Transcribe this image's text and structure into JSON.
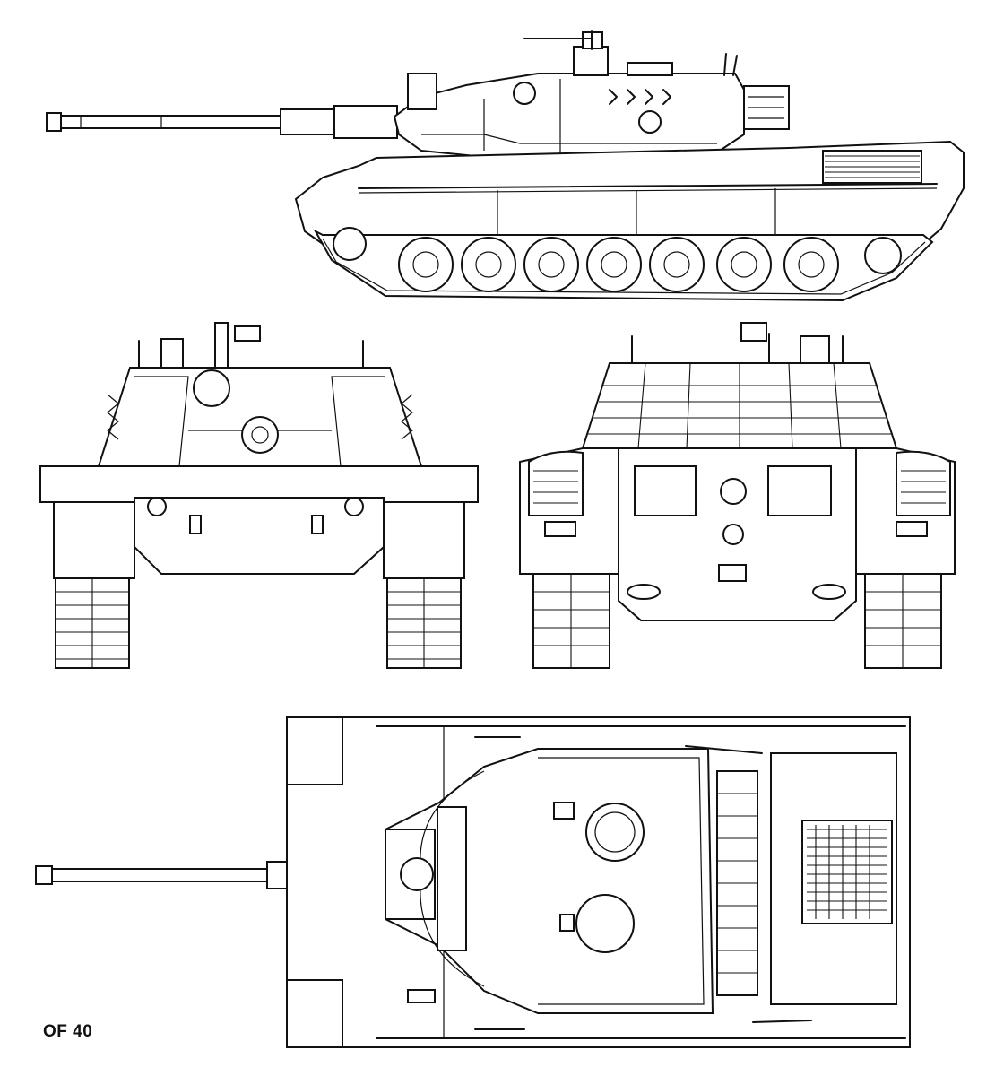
{
  "label": "OF 40",
  "colors": {
    "line": "#111111",
    "paper": "#ffffff"
  },
  "views": [
    "side-view",
    "front-view",
    "rear-view",
    "top-view"
  ]
}
